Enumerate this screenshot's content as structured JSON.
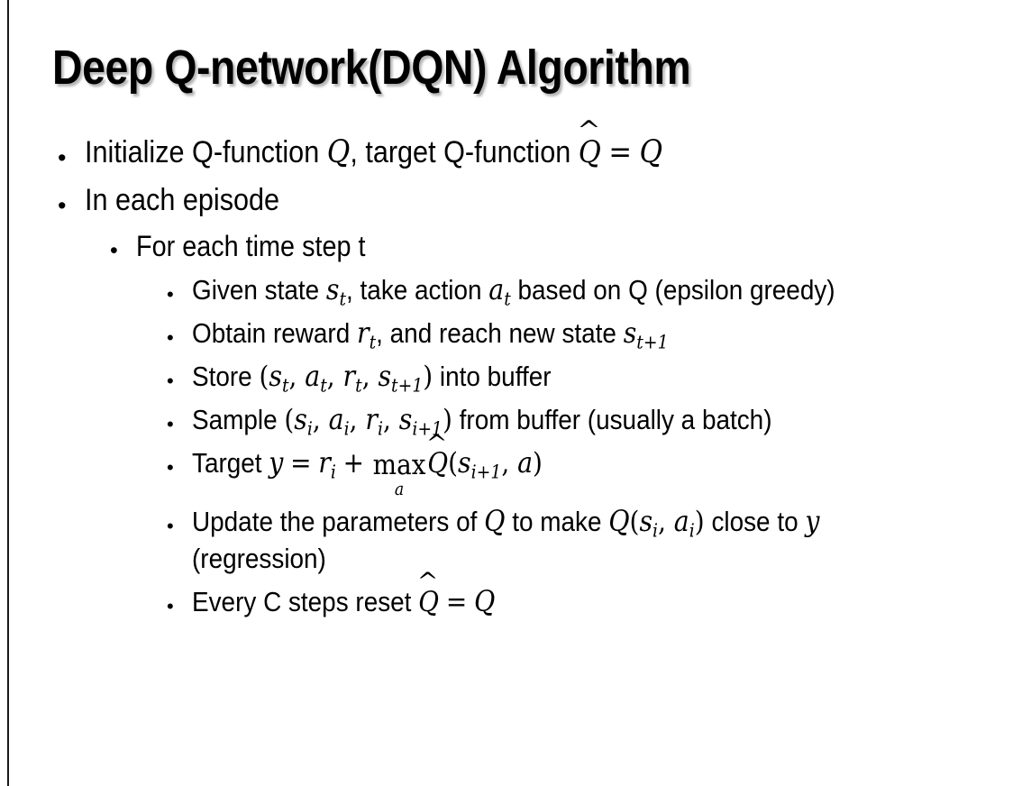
{
  "slide": {
    "title": "Deep Q-network(DQN) Algorithm",
    "bullet_glyph": "•",
    "accent_color": "#000000",
    "background_color": "#ffffff",
    "border_color": "#1a1a1a"
  },
  "content": [
    {
      "level": 1,
      "name": "bullet-initialize",
      "parts": [
        {
          "t": "text",
          "v": "Initialize Q-function "
        },
        {
          "t": "math",
          "v": "Q"
        },
        {
          "t": "text",
          "v": ", target Q-function "
        },
        {
          "t": "hat",
          "v": "Q"
        },
        {
          "t": "text",
          "v": " "
        },
        {
          "t": "mathroman",
          "v": "="
        },
        {
          "t": "text",
          "v": " "
        },
        {
          "t": "math",
          "v": "Q"
        }
      ],
      "plain": "Initialize Q-function Q, target Q-function Q̂ = Q"
    },
    {
      "level": 1,
      "name": "bullet-in-each-episode",
      "parts": [
        {
          "t": "text",
          "v": "In each episode"
        }
      ],
      "plain": "In each episode"
    },
    {
      "level": 2,
      "name": "bullet-for-each-time-step",
      "parts": [
        {
          "t": "text",
          "v": "For each time step t"
        }
      ],
      "plain": "For each time step t"
    },
    {
      "level": 3,
      "name": "bullet-given-state",
      "parts": [
        {
          "t": "text",
          "v": "Given state "
        },
        {
          "t": "mathsub",
          "v": "s",
          "sub": "t"
        },
        {
          "t": "text",
          "v": ", take action "
        },
        {
          "t": "mathsub",
          "v": "a",
          "sub": "t"
        },
        {
          "t": "text",
          "v": " based on Q (epsilon greedy)"
        }
      ],
      "plain": "Given state s_t, take action a_t based on Q (epsilon greedy)"
    },
    {
      "level": 3,
      "name": "bullet-obtain-reward",
      "parts": [
        {
          "t": "text",
          "v": "Obtain reward "
        },
        {
          "t": "mathsub",
          "v": "r",
          "sub": "t"
        },
        {
          "t": "text",
          "v": ", and reach new state "
        },
        {
          "t": "mathsub",
          "v": "s",
          "sub": "t+1"
        }
      ],
      "plain": "Obtain reward r_t, and reach new state s_{t+1}"
    },
    {
      "level": 3,
      "name": "bullet-store-buffer",
      "parts": [
        {
          "t": "mathroman",
          "v": ""
        },
        {
          "t": "text",
          "v": "Store "
        },
        {
          "t": "mathroman",
          "v": "("
        },
        {
          "t": "mathsub",
          "v": "s",
          "sub": "t"
        },
        {
          "t": "mathroman",
          "v": ", "
        },
        {
          "t": "mathsub",
          "v": "a",
          "sub": "t"
        },
        {
          "t": "mathroman",
          "v": ", "
        },
        {
          "t": "mathsub",
          "v": "r",
          "sub": "t"
        },
        {
          "t": "mathroman",
          "v": ", "
        },
        {
          "t": "mathsub",
          "v": "s",
          "sub": "t+1"
        },
        {
          "t": "mathroman",
          "v": ")"
        },
        {
          "t": "text",
          "v": " into buffer"
        }
      ],
      "plain": "Store (s_t, a_t, r_t, s_{t+1}) into buffer"
    },
    {
      "level": 3,
      "name": "bullet-sample-buffer",
      "parts": [
        {
          "t": "text",
          "v": "Sample "
        },
        {
          "t": "mathroman",
          "v": "("
        },
        {
          "t": "mathsub",
          "v": "s",
          "sub": "i"
        },
        {
          "t": "mathroman",
          "v": ", "
        },
        {
          "t": "mathsub",
          "v": "a",
          "sub": "i"
        },
        {
          "t": "mathroman",
          "v": ", "
        },
        {
          "t": "mathsub",
          "v": "r",
          "sub": "i"
        },
        {
          "t": "mathroman",
          "v": ", "
        },
        {
          "t": "mathsub",
          "v": "s",
          "sub": "i+1"
        },
        {
          "t": "mathroman",
          "v": ")"
        },
        {
          "t": "text",
          "v": " from buffer (usually a batch)"
        }
      ],
      "plain": "Sample (s_i, a_i, r_i, s_{i+1}) from buffer (usually a batch)"
    },
    {
      "level": 3,
      "name": "bullet-target",
      "parts": [
        {
          "t": "text",
          "v": "Target "
        },
        {
          "t": "math",
          "v": "y"
        },
        {
          "t": "text",
          "v": " "
        },
        {
          "t": "mathroman",
          "v": "="
        },
        {
          "t": "text",
          "v": " "
        },
        {
          "t": "mathsub",
          "v": "r",
          "sub": "i"
        },
        {
          "t": "text",
          "v": " "
        },
        {
          "t": "mathroman",
          "v": "+"
        },
        {
          "t": "text",
          "v": " "
        },
        {
          "t": "limit",
          "v": "max",
          "sub": "a"
        },
        {
          "t": "hat",
          "v": "Q"
        },
        {
          "t": "mathroman",
          "v": "("
        },
        {
          "t": "mathsub",
          "v": "s",
          "sub": "i+1"
        },
        {
          "t": "mathroman",
          "v": ", "
        },
        {
          "t": "math",
          "v": "a"
        },
        {
          "t": "mathroman",
          "v": ")"
        }
      ],
      "plain": "Target y = r_i + max_a Q̂(s_{i+1}, a)"
    },
    {
      "level": 3,
      "name": "bullet-update-parameters",
      "parts": [
        {
          "t": "text",
          "v": "Update the parameters of "
        },
        {
          "t": "math",
          "v": "Q"
        },
        {
          "t": "text",
          "v": " to make "
        },
        {
          "t": "math",
          "v": "Q"
        },
        {
          "t": "mathroman",
          "v": "("
        },
        {
          "t": "mathsub",
          "v": "s",
          "sub": "i"
        },
        {
          "t": "mathroman",
          "v": ", "
        },
        {
          "t": "mathsub",
          "v": "a",
          "sub": "i"
        },
        {
          "t": "mathroman",
          "v": ")"
        },
        {
          "t": "text",
          "v": " close to "
        },
        {
          "t": "math",
          "v": "y"
        },
        {
          "t": "text",
          "v": " (regression)"
        }
      ],
      "plain": "Update the parameters of Q to make Q(s_i, a_i) close to y (regression)"
    },
    {
      "level": 3,
      "name": "bullet-reset-target",
      "parts": [
        {
          "t": "text",
          "v": "Every C steps reset "
        },
        {
          "t": "hat",
          "v": "Q"
        },
        {
          "t": "text",
          "v": " "
        },
        {
          "t": "mathroman",
          "v": "="
        },
        {
          "t": "text",
          "v": " "
        },
        {
          "t": "math",
          "v": "Q"
        }
      ],
      "plain": "Every C steps reset Q̂ = Q"
    }
  ]
}
